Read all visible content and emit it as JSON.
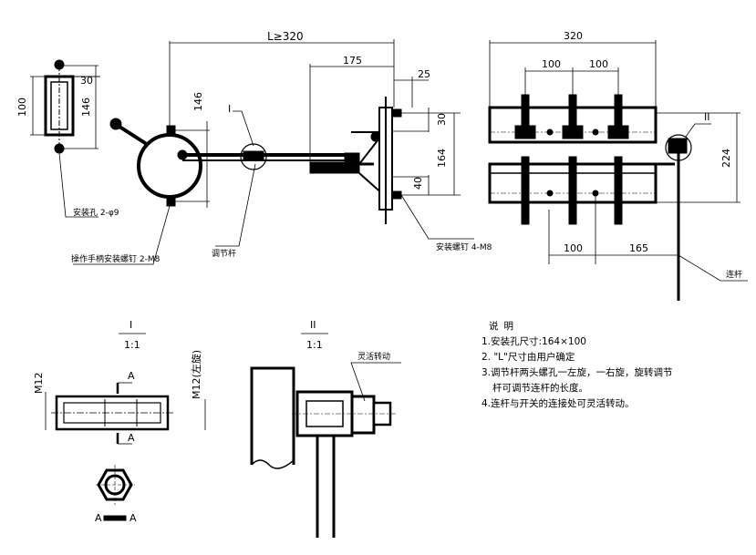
{
  "dimensions": {
    "L": "L≥320",
    "d175": "175",
    "d25": "25",
    "d146_top": "146",
    "d30_right": "30",
    "d164": "164",
    "d40": "40",
    "d30_left": "30",
    "d100_left": "100",
    "d146_left": "146",
    "d320": "320",
    "d100_a": "100",
    "d100_b": "100",
    "d224": "224",
    "d100_bottom": "100",
    "d165": "165",
    "m12": "M12",
    "m12_left": "M12(左旋)"
  },
  "labels": {
    "detail1_marker": "I",
    "detail2_marker": "II",
    "mount_hole": "安装孔 2-φ9",
    "handle_bolts": "操作手柄安装螺钉 2-M8",
    "adjust_rod": "调节杆",
    "mount_screw": "安装螺钉 4-M8",
    "link_rod": "连杆",
    "detail1_title": "I",
    "detail1_scale": "1:1",
    "detail2_title": "II",
    "detail2_scale": "1:1",
    "flexible_rotation": "灵活转动",
    "section_a": "A",
    "section_aa_left": "A",
    "section_aa_right": "A"
  },
  "notes": {
    "title": "说明",
    "lines": [
      "1.安装孔尺寸:164×100",
      "2. \"L\"尺寸由用户确定",
      "3.调节杆两头螺孔一左旋，一右旋，旋转调节",
      "杆可调节连杆的长度。",
      "4.连杆与开关的连接处可灵活转动。"
    ]
  }
}
